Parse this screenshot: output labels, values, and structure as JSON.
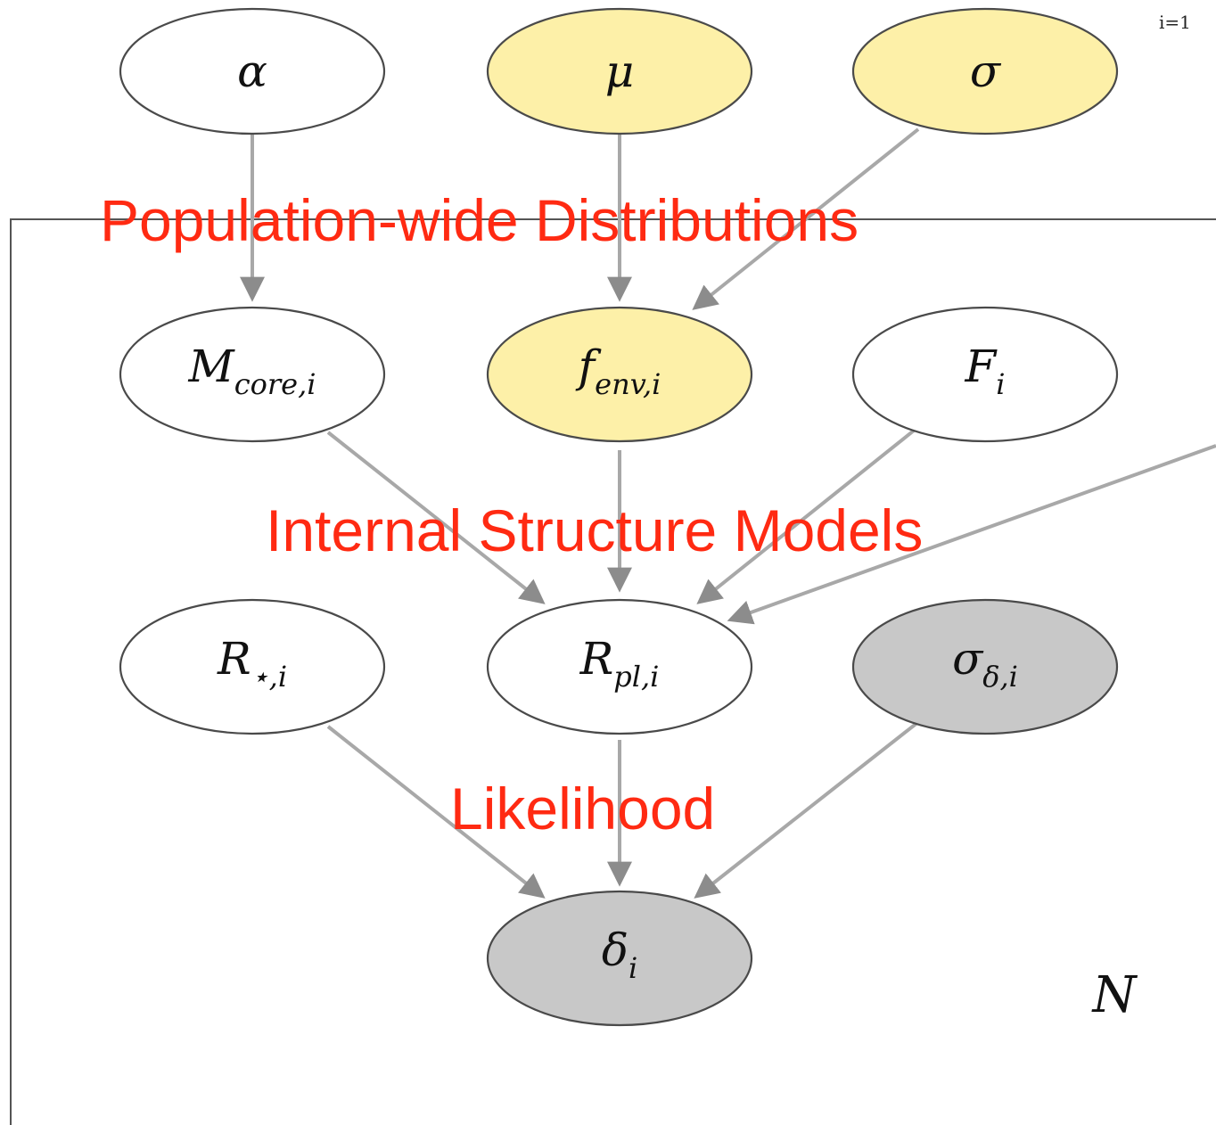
{
  "colors": {
    "latent": "#ffffff",
    "highlight": "#fdf0a8",
    "observed": "#c8c8c8",
    "annotation": "#ff2a12"
  },
  "nodes": {
    "alpha": {
      "main": "α",
      "sub": ""
    },
    "mu": {
      "main": "μ",
      "sub": ""
    },
    "sigma": {
      "main": "σ",
      "sub": ""
    },
    "m_core": {
      "main": "M",
      "sub": "core,i"
    },
    "f_env": {
      "main": "f",
      "sub": "env,i"
    },
    "f_i": {
      "main": "F",
      "sub": "i"
    },
    "r_star": {
      "main": "R",
      "sub": "⋆,i"
    },
    "r_pl": {
      "main": "R",
      "sub": "pl,i"
    },
    "sigma_delta": {
      "main": "σ",
      "sub": "δ,i"
    },
    "delta": {
      "main": "δ",
      "sub": "i"
    }
  },
  "annotations": {
    "population": "Population-wide Distributions",
    "internal": "Internal Structure Models",
    "likelihood": "Likelihood"
  },
  "plate": {
    "label": "N",
    "corner": "i=1"
  }
}
